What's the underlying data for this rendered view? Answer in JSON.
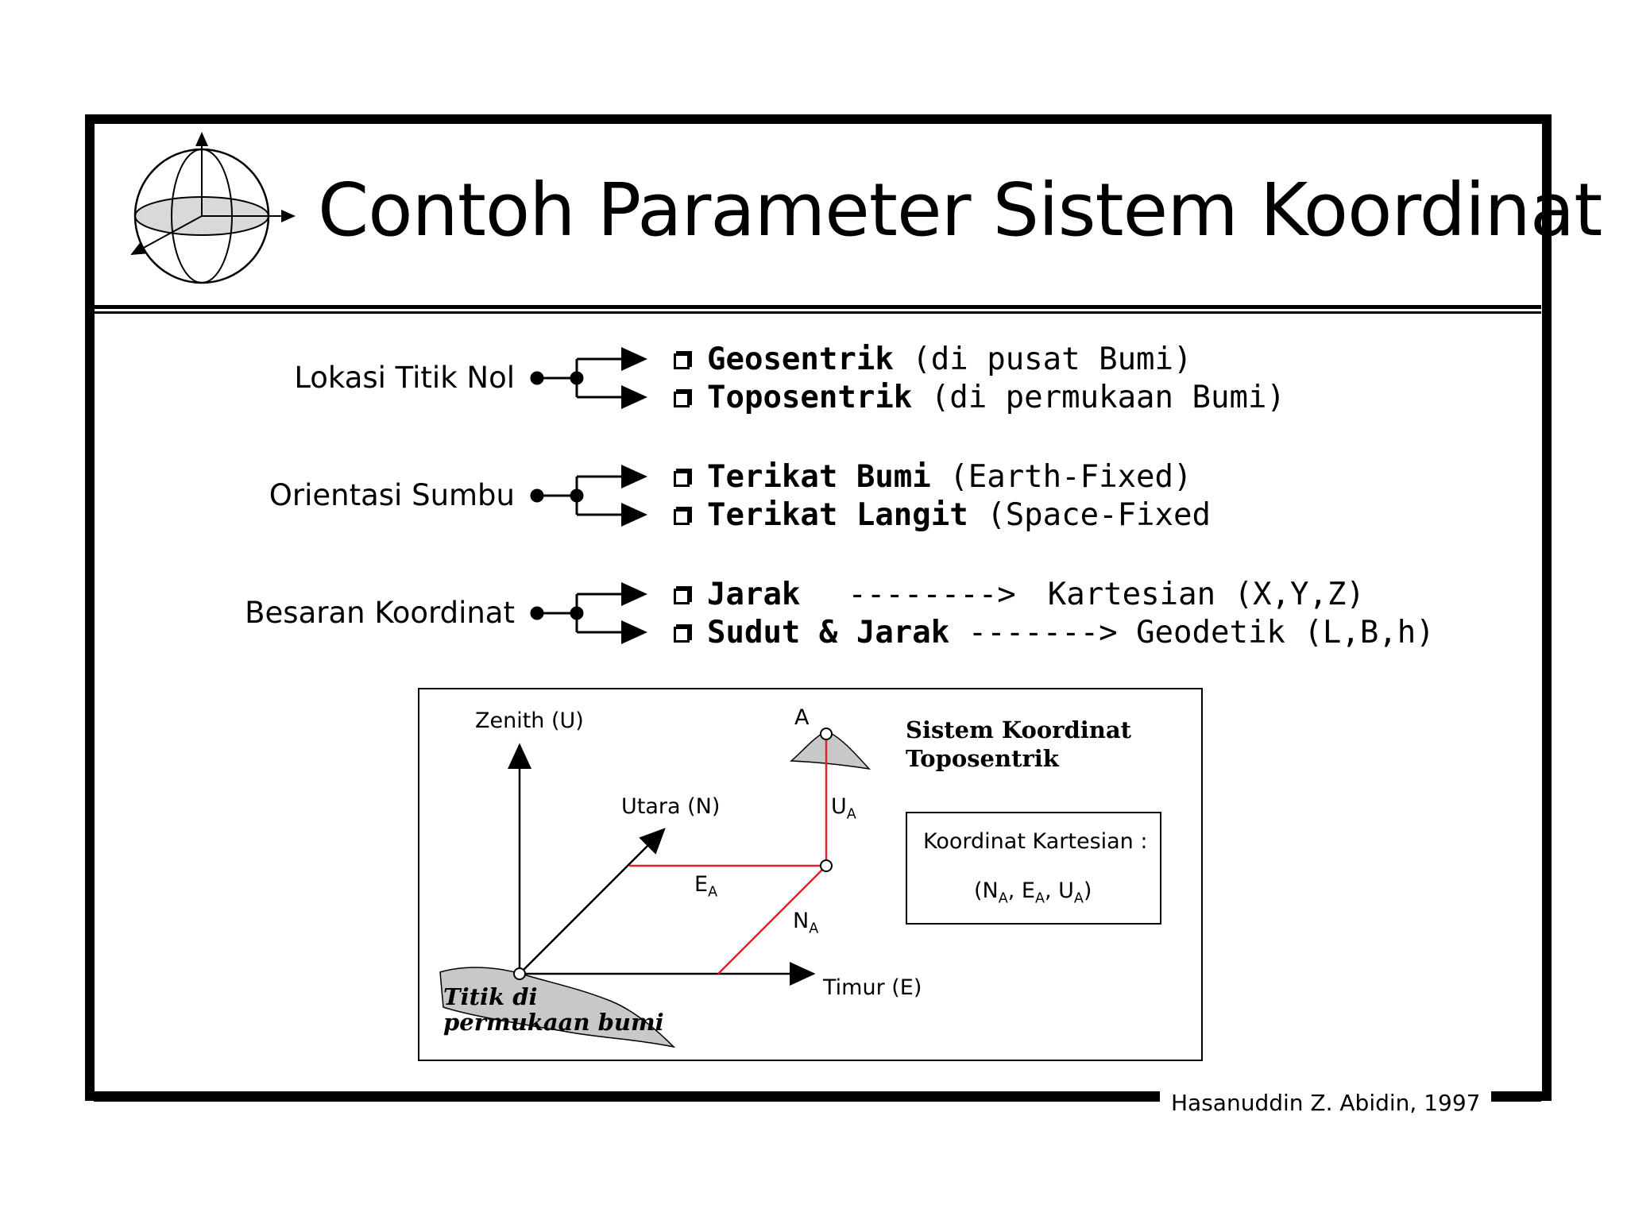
{
  "title": "Contoh Parameter Sistem Koordinat",
  "groups": [
    {
      "label": "Lokasi Titik Nol",
      "options": [
        {
          "term": "Geosentrik",
          "note": "(di pusat Bumi)"
        },
        {
          "term": "Toposentrik",
          "note": "(di permukaan Bumi)"
        }
      ]
    },
    {
      "label": "Orientasi Sumbu",
      "options": [
        {
          "term": "Terikat Bumi",
          "note": "(Earth-Fixed)"
        },
        {
          "term": "Terikat Langit",
          "note": "(Space-Fixed"
        }
      ]
    },
    {
      "label": "Besaran Koordinat",
      "options": [
        {
          "term": "Jarak",
          "arrow": "-------->",
          "note": "Kartesian (X,Y,Z)"
        },
        {
          "term": "Sudut & Jarak",
          "arrow": "------->",
          "note": "Geodetik (L,B,h)"
        }
      ]
    }
  ],
  "diagram": {
    "zenith": "Zenith (U)",
    "north": "Utara (N)",
    "east": "Timur (E)",
    "point_a": "A",
    "ua": "U",
    "ea": "E",
    "na": "N",
    "subscript": "A",
    "surface_line1": "Titik di",
    "surface_line2": "permukaan bumi",
    "system_line1": "Sistem Koordinat",
    "system_line2": "Toposentrik",
    "cartesian_title": "Koordinat Kartesian :",
    "cartesian_open": "(N",
    "cartesian_sep1": ", E",
    "cartesian_sep2": ", U",
    "cartesian_close": ")",
    "line_color": "#e0242b",
    "terrain_color": "#c8c8c8"
  },
  "credit": "Hasanuddin Z. Abidin, 1997"
}
